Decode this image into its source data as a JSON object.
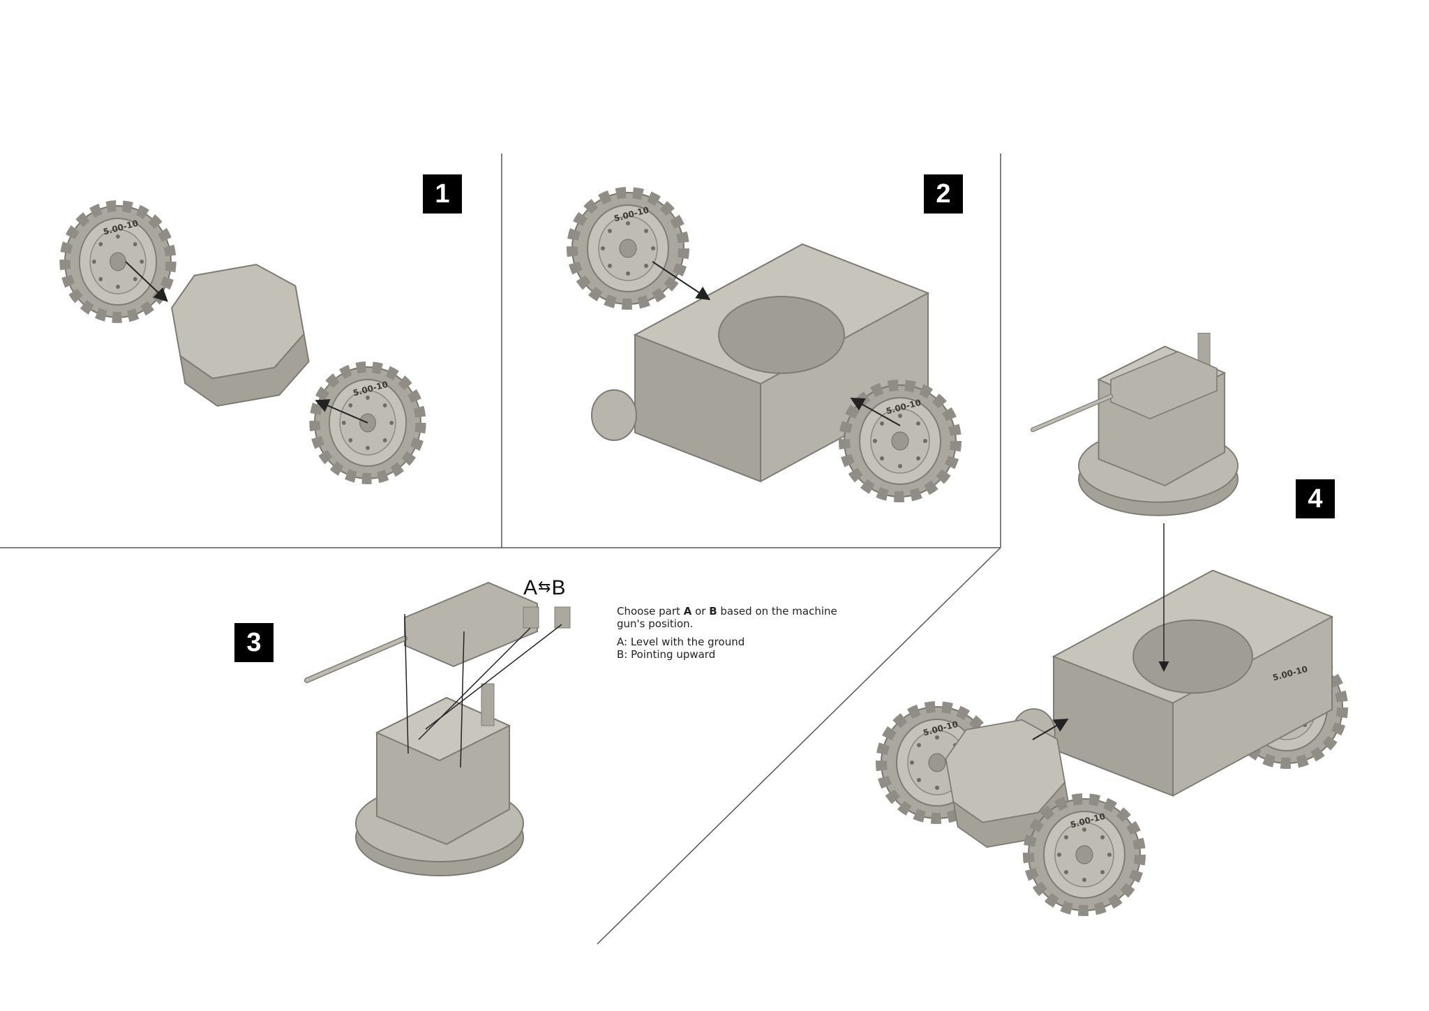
{
  "steps": [
    {
      "number": "1"
    },
    {
      "number": "2"
    },
    {
      "number": "3"
    },
    {
      "number": "4"
    }
  ],
  "part_choice": {
    "label_a": "A",
    "swap_symbol": "⇆",
    "label_b": "B",
    "instruction_prefix": "Choose part ",
    "instruction_a": "A",
    "instruction_or": " or ",
    "instruction_b": "B",
    "instruction_suffix": " based on the machine gun's position.",
    "option_a": "A: Level with the ground",
    "option_b": "B: Pointing upward"
  },
  "tire_marking": "5.00-10",
  "colors": {
    "part": "#b9b7ae",
    "part_shadow": "#8f8d85",
    "line": "#333333",
    "badge": "#000000"
  }
}
